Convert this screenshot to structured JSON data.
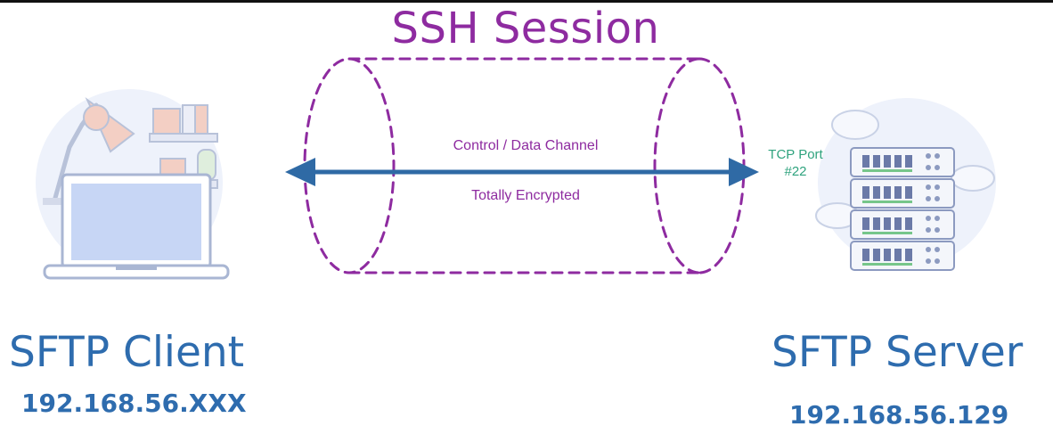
{
  "diagram": {
    "title": "SSH Session",
    "channel": {
      "top_label": "Control / Data Channel",
      "bottom_label": "Totally Encrypted"
    },
    "port": {
      "line1": "TCP Port",
      "line2": "#22"
    },
    "client": {
      "name": "SFTP Client",
      "ip": "192.168.56.XXX"
    },
    "server": {
      "name": "SFTP Server",
      "ip": "192.168.56.129"
    }
  },
  "colors": {
    "tunnel": "#8e2ba0",
    "arrow": "#2f6aa5",
    "port_text": "#2fa37e",
    "node_text": "#2e6cae"
  }
}
